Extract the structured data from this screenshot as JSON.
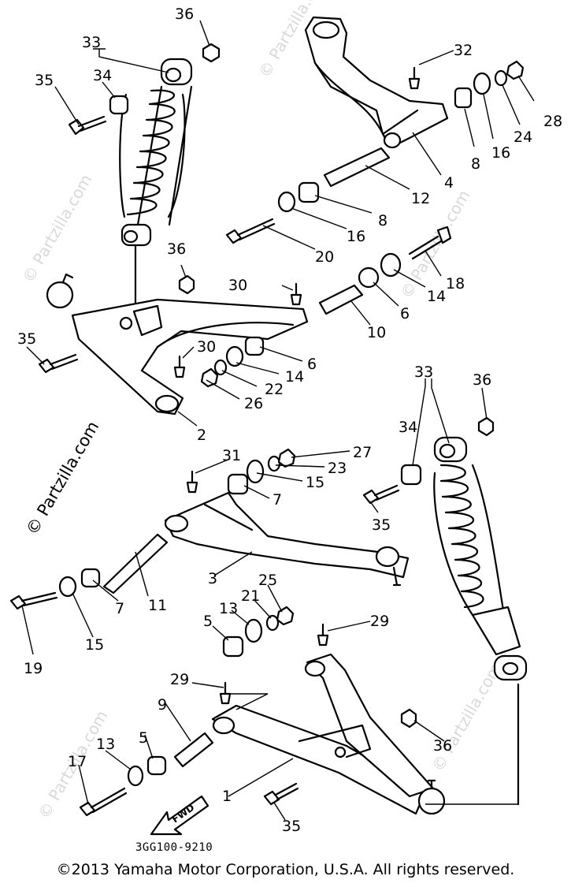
{
  "watermark": {
    "text": "© Partzilla.com"
  },
  "diagram_code": "3GG100-9210",
  "fwd_label": "FWD",
  "copyright": "©2013 Yamaha Motor Corporation, U.S.A. All rights reserved.",
  "callouts": {
    "n36a": "36",
    "n33a": "33",
    "n35a": "35",
    "n34a": "34",
    "n32": "32",
    "n28": "28",
    "n24": "24",
    "n16a": "16",
    "n8a": "8",
    "n4": "4",
    "n12": "12",
    "n8b": "8",
    "n16b": "16",
    "n20": "20",
    "n36b": "36",
    "n30a": "30",
    "n18": "18",
    "n14a": "14",
    "n6a": "6",
    "n10": "10",
    "n35b": "35",
    "n30b": "30",
    "n6b": "6",
    "n14b": "14",
    "n22": "22",
    "n26": "26",
    "n2": "2",
    "n33b": "33",
    "n36c": "36",
    "n34b": "34",
    "n31": "31",
    "n27": "27",
    "n23": "23",
    "n15a": "15",
    "n7a": "7",
    "n35c": "35",
    "n3": "3",
    "n25": "25",
    "n21": "21",
    "n13a": "13",
    "n5a": "5",
    "n29a": "29",
    "n11": "11",
    "n7b": "7",
    "n15b": "15",
    "n19": "19",
    "n29b": "29",
    "n9": "9",
    "n5b": "5",
    "n13b": "13",
    "n17": "17",
    "n1": "1",
    "n36d": "36",
    "n35d": "35"
  }
}
